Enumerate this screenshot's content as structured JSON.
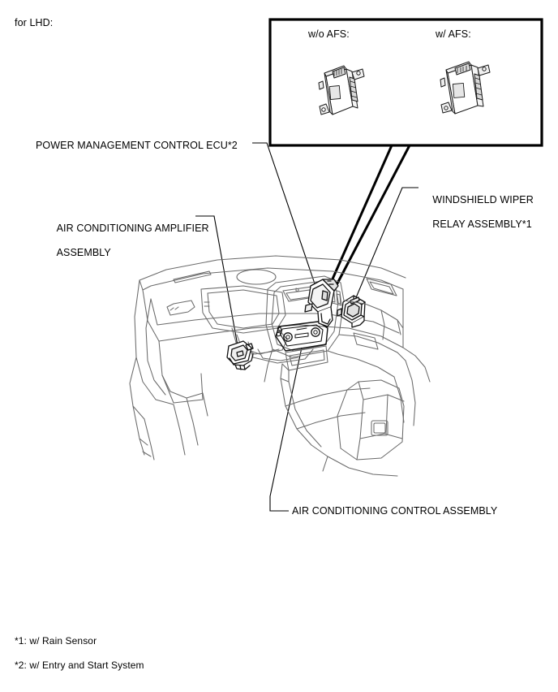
{
  "page": {
    "heading": "for LHD:"
  },
  "inset": {
    "variant_left_label": "w/o AFS:",
    "variant_right_label": "w/ AFS:",
    "left_part_name": "ecu-module-without-afs",
    "right_part_name": "ecu-module-with-afs"
  },
  "callouts": {
    "power_management_control_ecu": "POWER MANAGEMENT CONTROL ECU*2",
    "air_conditioning_amplifier_line1": "AIR CONDITIONING AMPLIFIER",
    "air_conditioning_amplifier_line2": "ASSEMBLY",
    "windshield_wiper_relay_line1": "WINDSHIELD WIPER",
    "windshield_wiper_relay_line2": "RELAY ASSEMBLY*1",
    "air_conditioning_control_assembly": "AIR CONDITIONING CONTROL ASSEMBLY"
  },
  "footnotes": [
    "*1: w/ Rain Sensor",
    "*2: w/ Entry and Start System"
  ],
  "colors": {
    "ink": "#000000",
    "line_light": "#555555",
    "background": "#ffffff",
    "part_fill": "#e8e8e8"
  }
}
